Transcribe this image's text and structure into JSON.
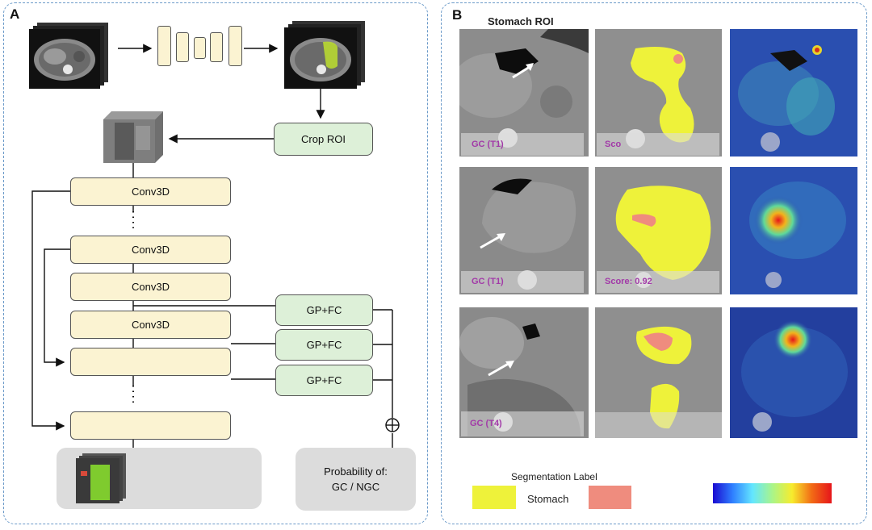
{
  "panel_a": {
    "letter": "A",
    "crop_roi_label": "Crop ROI",
    "conv_labels": [
      "Conv3D",
      "Conv3D",
      "Conv3D",
      "Conv3D"
    ],
    "gpfc_labels": [
      "GP+FC",
      "GP+FC",
      "GP+FC"
    ],
    "output_label_line1": "Probability of:",
    "output_label_line2": "GC / NGC",
    "plus_symbol": "⊕"
  },
  "panel_b": {
    "letter": "B",
    "title": "Stomach ROI",
    "rows": [
      {
        "label": "GC (T1)",
        "score": "Sco"
      },
      {
        "label": "GC (T1)",
        "score": "Score: 0.92"
      },
      {
        "label": "GC (T4)",
        "score": ""
      }
    ],
    "legend": {
      "title": "Segmentation Label",
      "stomach_label": "Stomach",
      "colors": {
        "stomach": "#eef23a",
        "lesion": "#ef8c7e"
      }
    },
    "colorbar": {
      "colors": [
        "#1a0bd1",
        "#2f80ff",
        "#63e6ff",
        "#a9f58a",
        "#f7ec2d",
        "#f26a15",
        "#e6151b"
      ]
    }
  }
}
